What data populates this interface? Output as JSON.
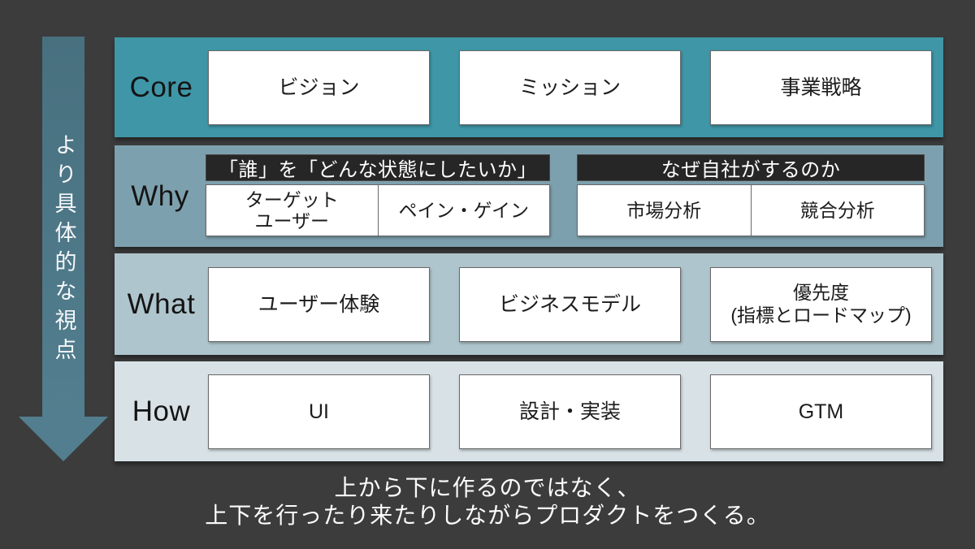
{
  "slide": {
    "background": "#3c3c3c",
    "caption": {
      "line1": "上から下に作るのではなく、",
      "line2": "上下を行ったり来たりしながらプロダクトをつくる。"
    }
  },
  "arrow": {
    "label": "より具体的な視点",
    "color": "#4e7a8b",
    "text_color": "#f6f8f9"
  },
  "rows": [
    {
      "label": "Core",
      "bg": "#3f96a7",
      "boxes": [
        "ビジョン",
        "ミッション",
        "事業戦略"
      ]
    },
    {
      "label": "Why",
      "bg": "#7da0ae",
      "groups": [
        {
          "header": "「誰」を「どんな状態にしたいか」",
          "boxes": [
            "ターゲット\nユーザー",
            "ペイン・ゲイン"
          ]
        },
        {
          "header": "なぜ自社がするのか",
          "boxes": [
            "市場分析",
            "競合分析"
          ]
        }
      ]
    },
    {
      "label": "What",
      "bg": "#afc5cd",
      "boxes": [
        "ユーザー体験",
        "ビジネスモデル",
        "優先度\n(指標とロードマップ)"
      ]
    },
    {
      "label": "How",
      "bg": "#d8e2e6",
      "boxes": [
        "UI",
        "設計・実装",
        "GTM"
      ]
    }
  ],
  "colors": {
    "box_bg": "#ffffff",
    "box_border": "#696969",
    "header_bg": "#262626",
    "header_text": "#ffffff",
    "label_text": "#141414"
  }
}
